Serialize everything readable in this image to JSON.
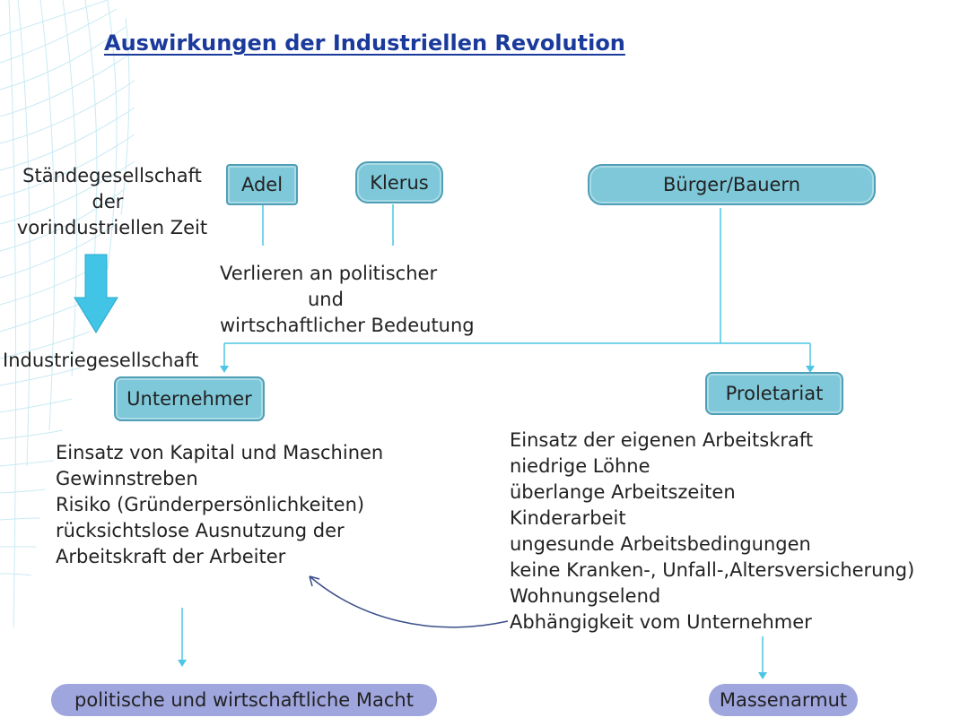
{
  "title": "Auswirkungen der Industriellen Revolution",
  "pre_industrial": {
    "line1": "Ständegesellschaft",
    "line2": "der",
    "line3": "vorindustriellen Zeit"
  },
  "industrial_label": "Industriegesellschaft",
  "estates": {
    "adel": "Adel",
    "klerus": "Klerus",
    "buerger": "Bürger/Bauern"
  },
  "loss": {
    "line1": "Verlieren an politischer",
    "line2": "und",
    "line3": "wirtschaftlicher Bedeutung"
  },
  "unternehmer": {
    "label": "Unternehmer",
    "points": [
      "Einsatz von Kapital und Maschinen",
      "Gewinnstreben",
      "Risiko (Gründerpersönlichkeiten)",
      "rücksichtslose Ausnutzung der",
      "Arbeitskraft der Arbeiter"
    ],
    "result": "politische und wirtschaftliche Macht"
  },
  "proletariat": {
    "label": "Proletariat",
    "points": [
      "Einsatz der eigenen Arbeitskraft",
      "niedrige Löhne",
      "überlange Arbeitszeiten",
      "Kinderarbeit",
      "ungesunde Arbeitsbedingungen",
      "keine Kranken-, Unfall-,Altersversicherung)",
      "Wohnungselend",
      "Abhängigkeit vom Unternehmer"
    ],
    "result": "Massenarmut"
  },
  "colors": {
    "box_fill": "#7ec8d9",
    "pill_fill": "#9fa6de",
    "connector": "#4cc6e4",
    "curved_arrow": "#3b4f8a",
    "title": "#1a3a9c"
  }
}
